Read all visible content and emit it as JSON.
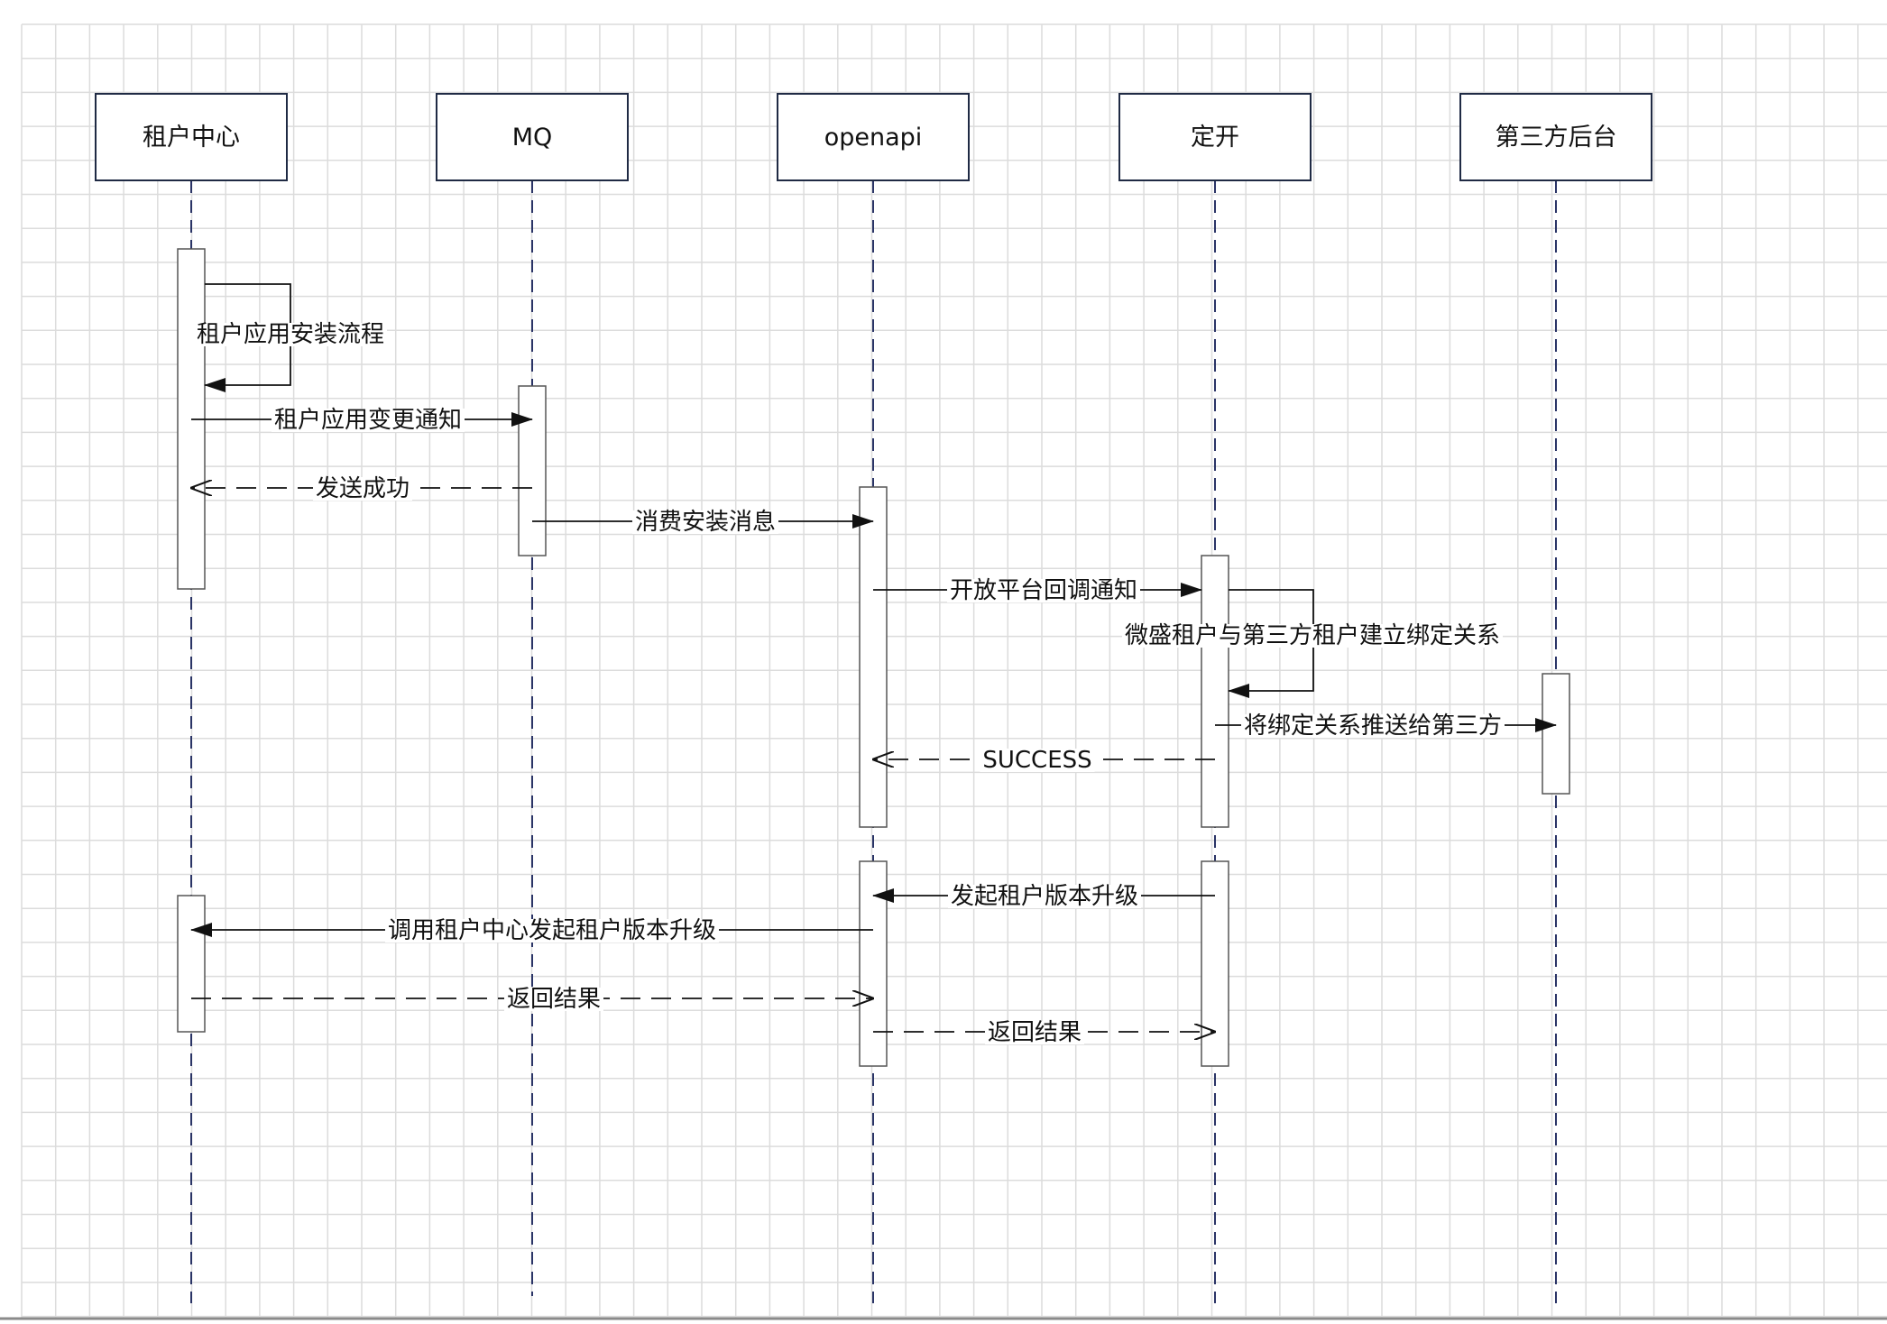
{
  "colors": {
    "grid_line": "#dcdcdc",
    "grid_border": "#c8c8c8",
    "actor_border": "#1f2a44",
    "lifeline": "#2a3466",
    "activation_border": "#555555",
    "message_line": "#111111"
  },
  "actors": [
    {
      "id": "tenant",
      "label": "租户中心"
    },
    {
      "id": "mq",
      "label": "MQ"
    },
    {
      "id": "openapi",
      "label": "openapi"
    },
    {
      "id": "dingkai",
      "label": "定开"
    },
    {
      "id": "thirdparty",
      "label": "第三方后台"
    }
  ],
  "messages": [
    {
      "label": "租户应用安装流程",
      "from": "tenant",
      "to": "tenant",
      "style": "solid",
      "kind": "self"
    },
    {
      "label": "租户应用变更通知",
      "from": "tenant",
      "to": "mq",
      "style": "solid"
    },
    {
      "label": "发送成功",
      "from": "mq",
      "to": "tenant",
      "style": "dashed"
    },
    {
      "label": "消费安装消息",
      "from": "mq",
      "to": "openapi",
      "style": "solid"
    },
    {
      "label": "开放平台回调通知",
      "from": "openapi",
      "to": "dingkai",
      "style": "solid"
    },
    {
      "label": "微盛租户与第三方租户建立绑定关系",
      "from": "dingkai",
      "to": "dingkai",
      "style": "solid",
      "kind": "self"
    },
    {
      "label": "将绑定关系推送给第三方",
      "from": "dingkai",
      "to": "thirdparty",
      "style": "solid"
    },
    {
      "label": "SUCCESS",
      "from": "dingkai",
      "to": "openapi",
      "style": "dashed"
    },
    {
      "label": "发起租户版本升级",
      "from": "dingkai",
      "to": "openapi",
      "style": "solid"
    },
    {
      "label": "调用租户中心发起租户版本升级",
      "from": "openapi",
      "to": "tenant",
      "style": "solid"
    },
    {
      "label": "返回结果",
      "from": "tenant",
      "to": "openapi",
      "style": "dashed"
    },
    {
      "label": "返回结果",
      "from": "openapi",
      "to": "dingkai",
      "style": "dashed"
    }
  ]
}
